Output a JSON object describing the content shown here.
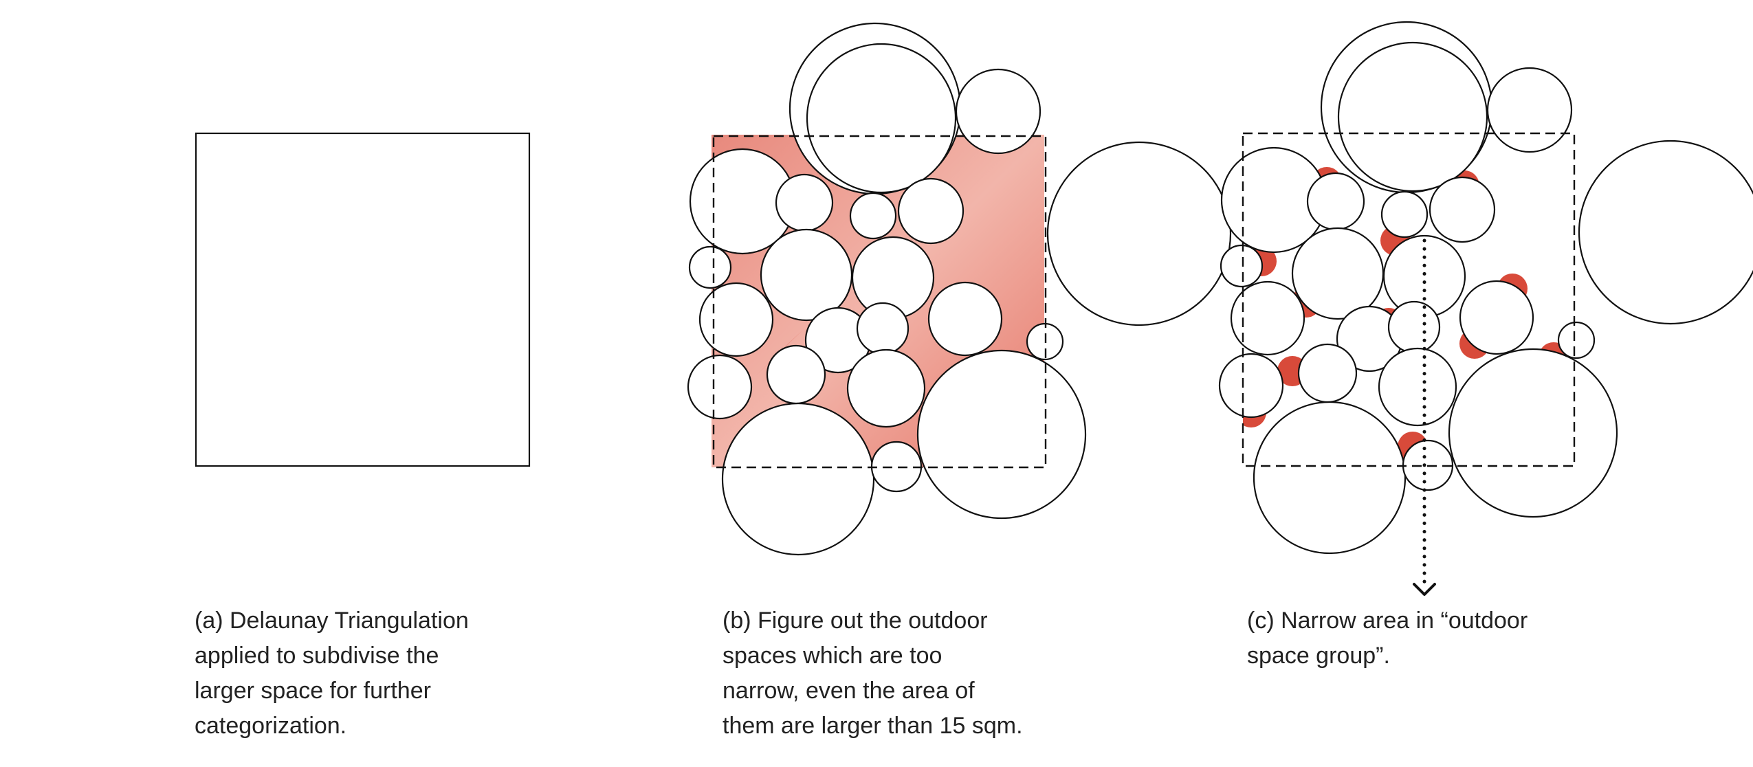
{
  "panels": [
    {
      "id": "a",
      "caption_lines": [
        "(a) Delaunay Triangulation",
        "applied to subdivise the",
        "larger space for further",
        "categorization."
      ]
    },
    {
      "id": "b",
      "caption_lines": [
        "(b) Figure out the outdoor",
        "spaces which are too",
        "narrow, even the area of",
        "them are larger than 15 sqm."
      ]
    },
    {
      "id": "c",
      "caption_lines": [
        "(c) Narrow area in “outdoor",
        "space group”."
      ]
    }
  ],
  "colors": {
    "highlight_red": "#d84a3a",
    "outline": "#111111",
    "text": "#222222",
    "background": "#ffffff"
  }
}
